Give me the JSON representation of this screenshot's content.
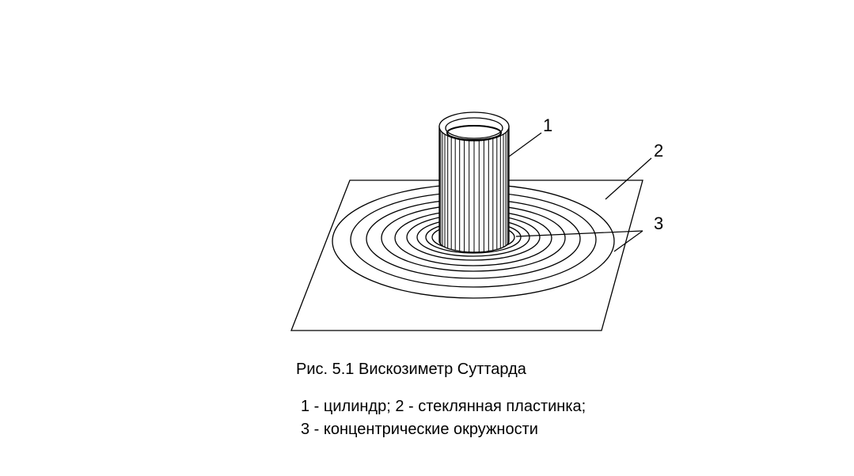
{
  "figure": {
    "callouts": {
      "c1": "1",
      "c2": "2",
      "c3": "3"
    },
    "caption": "Рис. 5.1 Вискозиметр Суттарда",
    "legend": {
      "line1": "1 - цилиндр; 2 - стеклянная пластинка;",
      "line2": "3 - концентрические окружности"
    }
  }
}
